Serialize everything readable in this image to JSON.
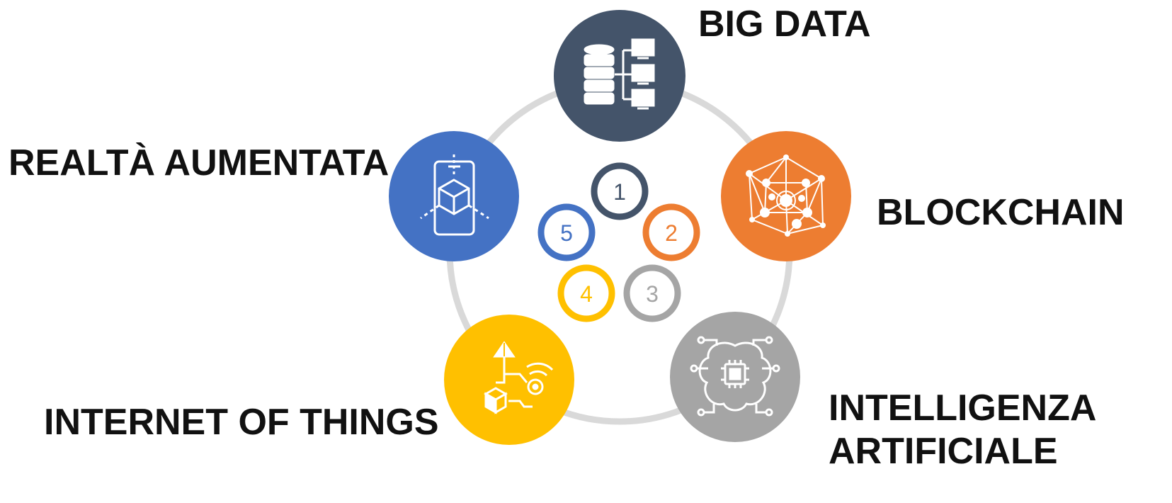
{
  "colors": {
    "ring": "#d9d9d9",
    "big_data": "#44546a",
    "blockchain": "#ed7d31",
    "ai": "#a5a5a5",
    "iot": "#ffc000",
    "ar": "#4472c4",
    "icon": "#ffffff",
    "label_text": "#111111"
  },
  "topics": [
    {
      "id": "big-data",
      "number": "1",
      "label_lines": [
        "BIG DATA"
      ],
      "icon": "database-network-icon",
      "color": "#44546a"
    },
    {
      "id": "blockchain",
      "number": "2",
      "label_lines": [
        "BLOCKCHAIN"
      ],
      "icon": "blockchain-network-icon",
      "color": "#ed7d31"
    },
    {
      "id": "ai",
      "number": "3",
      "label_lines": [
        "INTELLIGENZA",
        "ARTIFICIALE"
      ],
      "icon": "brain-chip-icon",
      "color": "#a5a5a5"
    },
    {
      "id": "iot",
      "number": "4",
      "label_lines": [
        "INTERNET OF THINGS"
      ],
      "icon": "iot-devices-icon",
      "color": "#ffc000"
    },
    {
      "id": "ar",
      "number": "5",
      "label_lines": [
        "REALTÀ AUMENTATA"
      ],
      "icon": "ar-phone-cube-icon",
      "color": "#4472c4"
    }
  ]
}
